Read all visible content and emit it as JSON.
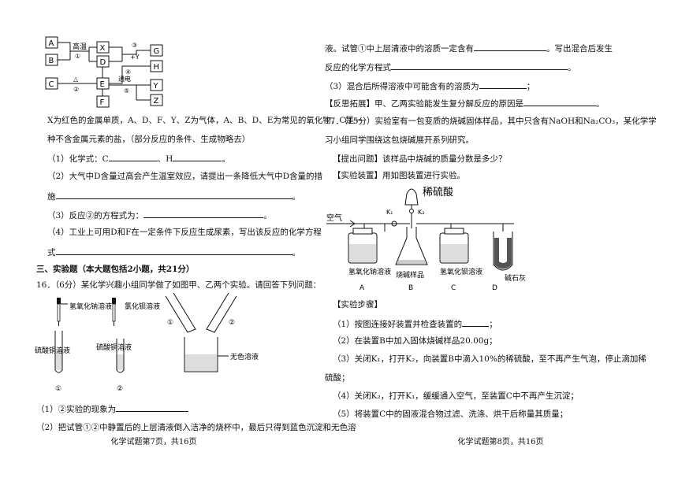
{
  "left": {
    "diagram": {
      "boxes": [
        "A",
        "B",
        "C",
        "X",
        "D",
        "E",
        "F",
        "G",
        "H",
        "Y",
        "Z"
      ],
      "labels": {
        "high_temp": "高温",
        "num1": "①",
        "triangle": "△",
        "num2": "②",
        "num3": "③",
        "plus_y": "+Y",
        "num4": "④",
        "electrify": "通电",
        "num5": "⑤"
      }
    },
    "q15_desc1": "X为红色的金属单质，A、D、F、Y、Z为气体，A、B、D、E为常见的氧化物，C是一",
    "q15_desc2": "种不含金属元素的盐，（部分反应的条件、生成物略去）",
    "q15_1a": "（1）化学式：C",
    "q15_1b": "、H",
    "q15_1c": "。",
    "q15_2a": "（2）大气中D含量过高会产生温室效应，请提出一条降低大气中D含量的措",
    "q15_2b": "施",
    "q15_2c": "。",
    "q15_3a": "（3）反应②的方程式为：",
    "q15_3b": "。",
    "q15_4a": "（4）工业上可用D和F在一定条件下反应生成尿素，写出该反应的化学方程",
    "q15_4b": "式",
    "q15_4c": "。",
    "section3": "三、实验题（本大题包括2小题，共21分）",
    "q16_intro": "16．（6分）某化学兴趣小组同学做了如图甲、乙两个实验。请回答下列问题：",
    "fig": {
      "naoh": "氢氧化钠溶液",
      "bacl2": "氯化钡溶液",
      "cuso4_1": "硫酸铜溶液",
      "cuso4_2": "硫酸铜溶液",
      "tube1": "①",
      "tube2": "②",
      "colorless": "无色溶液",
      "t1": "①",
      "t2": "②"
    },
    "q16_1a": "（1）②实验的现象为",
    "q16_2": "（2）把试管①②中静置后的上层清液倒入洁净的烧杯中，最后只得到蓝色沉淀和无色溶",
    "footer": "化学试题第7页，共16页"
  },
  "right": {
    "r1a": "液。试管①中上层清液中的溶质一定含有",
    "r1b": "。写出混合后发生",
    "r2": "反应的化学方程式",
    "r2b": "。",
    "r3a": "（3）混合后所得溶液中可能含有的溶质为",
    "r3b": "；",
    "r4a": "【反思拓展】甲、乙两实验能发生复分解反应的原因是",
    "r4b": "。",
    "q17a": "17．（15分）实验室有一包变质的烧碱固体样品，其中只含有NaOH和Na₂CO₃，某化学学",
    "q17b": "习小组同学围绕这包烧碱展开系列研究。",
    "ask": "【提出问题】该样品中烧碱的质量分数是多少？",
    "device": "【实验装置】用如图装置进行实验。",
    "app": {
      "acid": "稀硫酸",
      "air": "空气",
      "k1": "K₁",
      "k2": "K₂",
      "a_label": "氢氧化钠溶液",
      "b_label": "烧碱样品",
      "c_label": "氢氧化钡溶液",
      "d_label": "碱石灰",
      "A": "A",
      "B": "B",
      "C": "C",
      "D": "D"
    },
    "steps_title": "【实验步骤】",
    "s1a": "（1）按图连接好装置并检查装置的",
    "s1b": "；",
    "s2": "（2）在装置B中加入固体烧碱样品20.00g；",
    "s3a": "（3）关闭K₁，打开K₂，向装置B中滴入10%的稀硫酸，至不再产生气泡，停止滴加稀",
    "s3b": "硫酸；",
    "s4": "（4）关闭K₂，打开K₁，缓缓通入空气，至装置C中不再产生沉淀；",
    "s5": "（5）将装置C中的固液混合物过滤、洗涤、烘干后称量其质量；",
    "footer": "化学试题第8页，共16页"
  }
}
